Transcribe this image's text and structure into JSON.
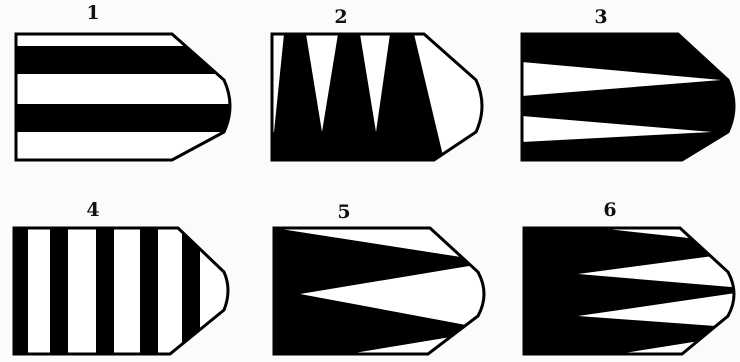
{
  "figures": [
    {
      "label": "1",
      "pattern": "horizontal-stripes"
    },
    {
      "label": "2",
      "pattern": "vertical-wedges"
    },
    {
      "label": "3",
      "pattern": "horizontal-wedges"
    },
    {
      "label": "4",
      "pattern": "vertical-stripes"
    },
    {
      "label": "5",
      "pattern": "single-horizontal-wedge"
    },
    {
      "label": "6",
      "pattern": "double-horizontal-wedge"
    }
  ],
  "colors": {
    "ink": "#000000",
    "paper": "#ffffff"
  }
}
